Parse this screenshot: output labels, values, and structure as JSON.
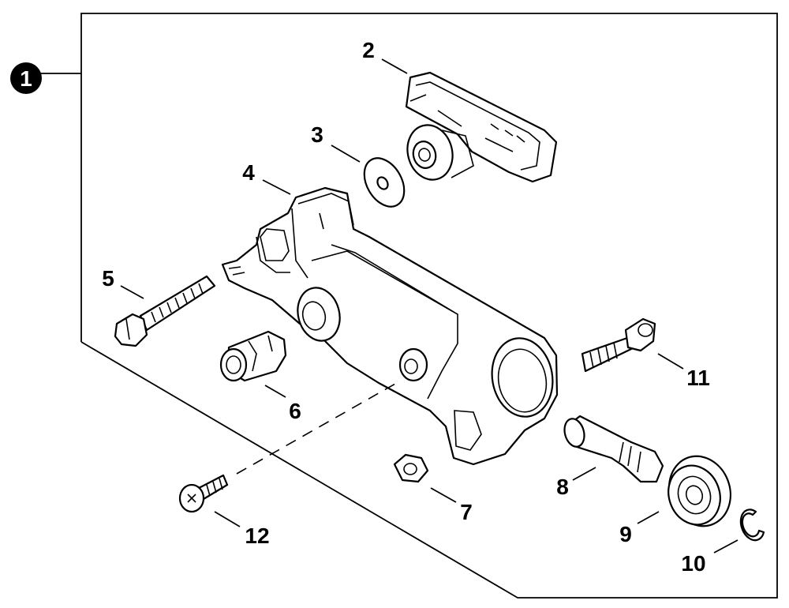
{
  "assembly": {
    "number": "1"
  },
  "parts": [
    {
      "id": "2",
      "label": "2"
    },
    {
      "id": "3",
      "label": "3"
    },
    {
      "id": "4",
      "label": "4"
    },
    {
      "id": "5",
      "label": "5"
    },
    {
      "id": "6",
      "label": "6"
    },
    {
      "id": "7",
      "label": "7"
    },
    {
      "id": "8",
      "label": "8"
    },
    {
      "id": "9",
      "label": "9"
    },
    {
      "id": "10",
      "label": "10"
    },
    {
      "id": "11",
      "label": "11"
    },
    {
      "id": "12",
      "label": "12"
    }
  ],
  "colors": {
    "line": "#000000",
    "background": "#ffffff"
  }
}
